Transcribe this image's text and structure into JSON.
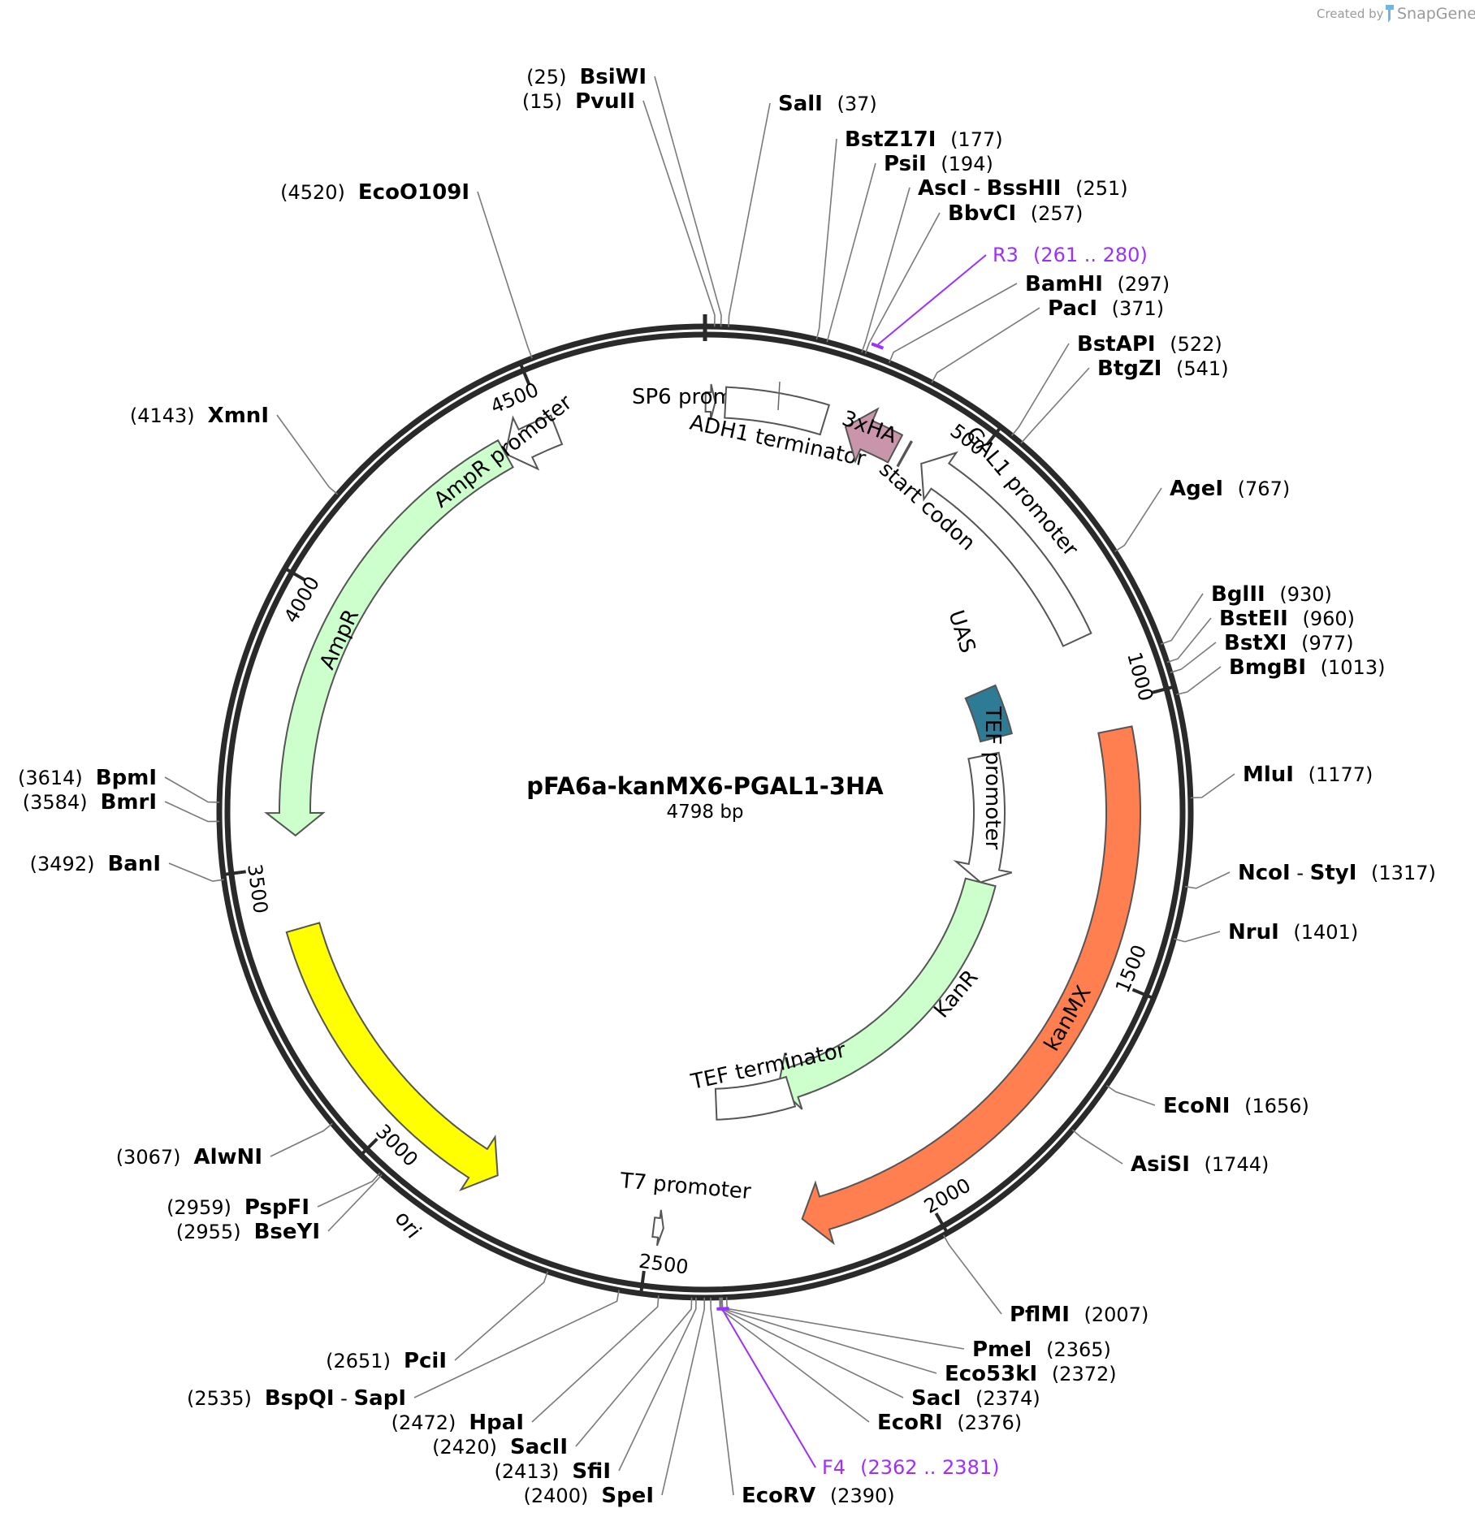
{
  "plasmid": {
    "name": "pFA6a-kanMX6-PGAL1-3HA",
    "length_label": "4798 bp",
    "length": 4798
  },
  "credit": {
    "prefix": "Created by",
    "brand": "SnapGene"
  },
  "ticks": [
    500,
    1000,
    1500,
    2000,
    2500,
    3000,
    3500,
    4000,
    4500
  ],
  "features": [
    {
      "name": "SP6 promoter",
      "start": 1,
      "end": 19,
      "direction": "forward",
      "color": "#ffffff",
      "label": "SP6 promoter"
    },
    {
      "name": "ADH1 terminator",
      "start": 38,
      "end": 226,
      "direction": "none",
      "color": "#ffffff",
      "label": "ADH1 terminator"
    },
    {
      "name": "3xHA",
      "start": 267,
      "end": 368,
      "direction": "reverse",
      "color": "#c895aa",
      "label": "3xHA"
    },
    {
      "name": "start codon",
      "start": 387,
      "end": 389,
      "direction": "none",
      "color": "#b0476a",
      "label": "start codon"
    },
    {
      "name": "GAL1 promoter",
      "start": 424,
      "end": 868,
      "direction": "reverse",
      "color": "#ffffff",
      "label": "GAL1 promoter"
    },
    {
      "name": "UAS",
      "start": 885,
      "end": 1008,
      "direction": "none",
      "color": "#2e7b96",
      "label": "UAS"
    },
    {
      "name": "TEF promoter",
      "start": 1047,
      "end": 1390,
      "direction": "forward",
      "color": "#ffffff",
      "label": "TEF promoter"
    },
    {
      "name": "KanR",
      "start": 1390,
      "end": 2200,
      "direction": "forward",
      "color": "#ccffcc",
      "label": "KanR"
    },
    {
      "name": "TEF terminator",
      "start": 2172,
      "end": 2370,
      "direction": "none",
      "color": "#ffffff",
      "label": "TEF terminator"
    },
    {
      "name": "kanMX",
      "start": 1048,
      "end": 2220,
      "direction": "forward",
      "color": "#ff7f50",
      "label": "kanMX"
    },
    {
      "name": "T7 promoter",
      "start": 2475,
      "end": 2493,
      "direction": "reverse",
      "color": "#ffffff",
      "label": "T7 promoter"
    },
    {
      "name": "ori",
      "start": 2795,
      "end": 3385,
      "direction": "reverse",
      "color": "#ffff00",
      "label": "ori"
    },
    {
      "name": "AmpR",
      "start": 3555,
      "end": 4410,
      "direction": "reverse",
      "color": "#ccffcc",
      "label": "AmpR"
    },
    {
      "name": "AmpR promoter",
      "start": 4410,
      "end": 4515,
      "direction": "reverse",
      "color": "#ffffff",
      "label": "AmpR promoter"
    }
  ],
  "enzymes": [
    {
      "names": [
        "PvuII"
      ],
      "position": 15,
      "position_label": "(15)",
      "label_side": "left"
    },
    {
      "names": [
        "BsiWI"
      ],
      "position": 25,
      "position_label": "(25)",
      "label_side": "left"
    },
    {
      "names": [
        "SalI"
      ],
      "position": 37,
      "position_label": "(37)",
      "label_side": "right"
    },
    {
      "names": [
        "BstZ17I"
      ],
      "position": 177,
      "position_label": "(177)",
      "label_side": "right"
    },
    {
      "names": [
        "PsiI"
      ],
      "position": 194,
      "position_label": "(194)",
      "label_side": "right"
    },
    {
      "names": [
        "AscI",
        "BssHII"
      ],
      "position": 251,
      "position_label": "(251)",
      "label_side": "right"
    },
    {
      "names": [
        "BbvCI"
      ],
      "position": 257,
      "position_label": "(257)",
      "label_side": "right"
    },
    {
      "names": [
        "BamHI"
      ],
      "position": 297,
      "position_label": "(297)",
      "label_side": "right"
    },
    {
      "names": [
        "PacI"
      ],
      "position": 371,
      "position_label": "(371)",
      "label_side": "right"
    },
    {
      "names": [
        "BstAPI"
      ],
      "position": 522,
      "position_label": "(522)",
      "label_side": "right"
    },
    {
      "names": [
        "BtgZI"
      ],
      "position": 541,
      "position_label": "(541)",
      "label_side": "right"
    },
    {
      "names": [
        "AgeI"
      ],
      "position": 767,
      "position_label": "(767)",
      "label_side": "right"
    },
    {
      "names": [
        "BglII"
      ],
      "position": 930,
      "position_label": "(930)",
      "label_side": "right"
    },
    {
      "names": [
        "BstEII"
      ],
      "position": 960,
      "position_label": "(960)",
      "label_side": "right"
    },
    {
      "names": [
        "BstXI"
      ],
      "position": 977,
      "position_label": "(977)",
      "label_side": "right"
    },
    {
      "names": [
        "BmgBI"
      ],
      "position": 1013,
      "position_label": "(1013)",
      "label_side": "right"
    },
    {
      "names": [
        "MluI"
      ],
      "position": 1177,
      "position_label": "(1177)",
      "label_side": "right"
    },
    {
      "names": [
        "NcoI",
        "StyI"
      ],
      "position": 1317,
      "position_label": "(1317)",
      "label_side": "right"
    },
    {
      "names": [
        "NruI"
      ],
      "position": 1401,
      "position_label": "(1401)",
      "label_side": "right"
    },
    {
      "names": [
        "EcoNI"
      ],
      "position": 1656,
      "position_label": "(1656)",
      "label_side": "right"
    },
    {
      "names": [
        "AsiSI"
      ],
      "position": 1744,
      "position_label": "(1744)",
      "label_side": "right"
    },
    {
      "names": [
        "PflMI"
      ],
      "position": 2007,
      "position_label": "(2007)",
      "label_side": "right"
    },
    {
      "names": [
        "PmeI"
      ],
      "position": 2365,
      "position_label": "(2365)",
      "label_side": "right"
    },
    {
      "names": [
        "Eco53kI"
      ],
      "position": 2372,
      "position_label": "(2372)",
      "label_side": "right"
    },
    {
      "names": [
        "SacI"
      ],
      "position": 2374,
      "position_label": "(2374)",
      "label_side": "right"
    },
    {
      "names": [
        "EcoRI"
      ],
      "position": 2376,
      "position_label": "(2376)",
      "label_side": "right"
    },
    {
      "names": [
        "EcoRV"
      ],
      "position": 2390,
      "position_label": "(2390)",
      "label_side": "right"
    },
    {
      "names": [
        "SpeI"
      ],
      "position": 2400,
      "position_label": "(2400)",
      "label_side": "left"
    },
    {
      "names": [
        "SfiI"
      ],
      "position": 2413,
      "position_label": "(2413)",
      "label_side": "left"
    },
    {
      "names": [
        "SacII"
      ],
      "position": 2420,
      "position_label": "(2420)",
      "label_side": "left"
    },
    {
      "names": [
        "HpaI"
      ],
      "position": 2472,
      "position_label": "(2472)",
      "label_side": "left"
    },
    {
      "names": [
        "BspQI",
        "SapI"
      ],
      "position": 2535,
      "position_label": "(2535)",
      "label_side": "left"
    },
    {
      "names": [
        "PciI"
      ],
      "position": 2651,
      "position_label": "(2651)",
      "label_side": "left"
    },
    {
      "names": [
        "BseYI"
      ],
      "position": 2955,
      "position_label": "(2955)",
      "label_side": "left"
    },
    {
      "names": [
        "PspFI"
      ],
      "position": 2959,
      "position_label": "(2959)",
      "label_side": "left"
    },
    {
      "names": [
        "AlwNI"
      ],
      "position": 3067,
      "position_label": "(3067)",
      "label_side": "left"
    },
    {
      "names": [
        "BanI"
      ],
      "position": 3492,
      "position_label": "(3492)",
      "label_side": "left"
    },
    {
      "names": [
        "BmrI"
      ],
      "position": 3584,
      "position_label": "(3584)",
      "label_side": "left"
    },
    {
      "names": [
        "BpmI"
      ],
      "position": 3614,
      "position_label": "(3614)",
      "label_side": "left"
    },
    {
      "names": [
        "XmnI"
      ],
      "position": 4143,
      "position_label": "(4143)",
      "label_side": "left"
    },
    {
      "names": [
        "EcoO109I"
      ],
      "position": 4520,
      "position_label": "(4520)",
      "label_side": "left"
    }
  ],
  "primers": [
    {
      "name": "R3",
      "range_label": "(261 .. 280)",
      "start": 261,
      "end": 280,
      "color": "#9b30ff"
    },
    {
      "name": "F4",
      "range_label": "(2362 .. 2381)",
      "start": 2362,
      "end": 2381,
      "color": "#9b30ff"
    }
  ]
}
